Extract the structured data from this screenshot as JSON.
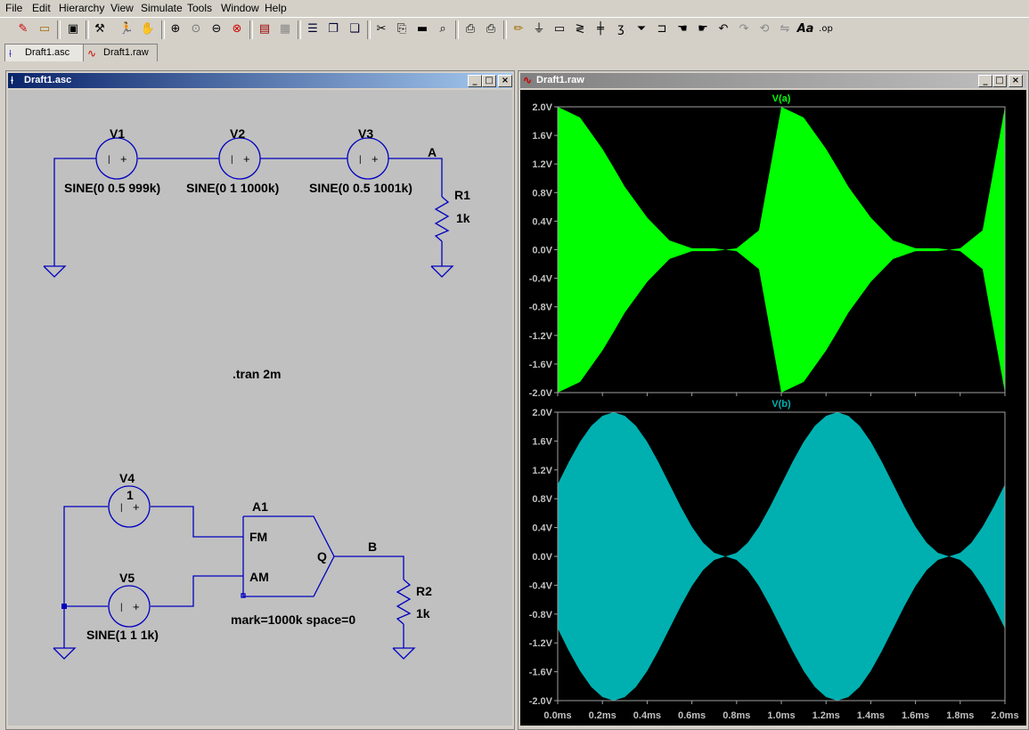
{
  "menu": [
    "File",
    "Edit",
    "Hierarchy",
    "View",
    "Simulate",
    "Tools",
    "Window",
    "Help"
  ],
  "toolbar_icons": [
    "new-schematic-icon",
    "open-icon",
    "save-icon",
    "control-panel-icon",
    "run-icon",
    "halt-icon",
    "zoom-in-icon",
    "zoom-pan-icon",
    "zoom-out-icon",
    "zoom-fit-icon",
    "autorange-icon",
    "grid-icon",
    "tile-horizontal-icon",
    "cascade-icon",
    "tile-vertical-icon",
    "cut-icon",
    "copy-icon",
    "paste-icon",
    "find-icon",
    "print-setup-icon",
    "print-icon",
    "draw-wire-icon",
    "ground-icon",
    "label-net-icon",
    "resistor-icon",
    "capacitor-icon",
    "inductor-icon",
    "diode-icon",
    "component-icon",
    "move-icon",
    "drag-icon",
    "undo-icon",
    "redo-icon",
    "rotate-icon",
    "mirror-icon",
    "text-icon",
    "spice-directive-icon"
  ],
  "tabs": [
    {
      "label": "Draft1.asc",
      "icon": "schematic-icon"
    },
    {
      "label": "Draft1.raw",
      "icon": "waveform-icon"
    }
  ],
  "schematic": {
    "title": "Draft1.asc",
    "title_color": "#0a246a",
    "wire_color": "#0000c0",
    "components": [
      {
        "ref": "V1",
        "value": "SINE(0 0.5 999k)"
      },
      {
        "ref": "V2",
        "value": "SINE(0 1 1000k)"
      },
      {
        "ref": "V3",
        "value": "SINE(0 0.5 1001k)"
      },
      {
        "ref": "R1",
        "value": "1k"
      },
      {
        "ref": "V4",
        "value": "1"
      },
      {
        "ref": "V5",
        "value": "SINE(1 1 1k)"
      },
      {
        "ref": "A1",
        "value": "mark=1000k space=0"
      },
      {
        "ref": "R2",
        "value": "1k"
      }
    ],
    "net_labels": [
      "A",
      "B"
    ],
    "modulator_pins": [
      "FM",
      "AM",
      "Q"
    ],
    "directive": ".tran 2m"
  },
  "waveform": {
    "title": "Draft1.raw",
    "background": "#000000",
    "x_ticks": [
      "0.0ms",
      "0.2ms",
      "0.4ms",
      "0.6ms",
      "0.8ms",
      "1.0ms",
      "1.2ms",
      "1.4ms",
      "1.6ms",
      "1.8ms",
      "2.0ms"
    ],
    "y_ticks": [
      "2.0V",
      "1.6V",
      "1.2V",
      "0.8V",
      "0.4V",
      "0.0V",
      "-0.4V",
      "-0.8V",
      "-1.2V",
      "-1.6V",
      "-2.0V"
    ]
  },
  "chart_data": [
    {
      "type": "area",
      "title": "V(a)",
      "series": [
        {
          "name": "V(a)",
          "color": "#00ff00"
        }
      ],
      "x": [
        0,
        0.1,
        0.2,
        0.25,
        0.3,
        0.4,
        0.5,
        0.6,
        0.7,
        0.75,
        0.8,
        0.9,
        1.0,
        1.1,
        1.2,
        1.25,
        1.3,
        1.4,
        1.5,
        1.6,
        1.7,
        1.75,
        1.8,
        1.9,
        2.0
      ],
      "envelope_upper": [
        2.0,
        1.85,
        1.41,
        1.15,
        0.88,
        0.45,
        0.13,
        0.02,
        0.02,
        0.0,
        0.02,
        0.27,
        2.0,
        1.85,
        1.41,
        1.15,
        0.88,
        0.45,
        0.13,
        0.02,
        0.02,
        0.0,
        0.02,
        0.27,
        2.0
      ],
      "envelope_lower": [
        -2.0,
        -1.85,
        -1.41,
        -1.15,
        -0.88,
        -0.45,
        -0.13,
        -0.02,
        -0.02,
        0.0,
        -0.02,
        -0.27,
        -2.0,
        -1.85,
        -1.41,
        -1.15,
        -0.88,
        -0.45,
        -0.13,
        -0.02,
        -0.02,
        0.0,
        -0.02,
        -0.27,
        -2.0
      ],
      "xlabel": "",
      "ylabel": "",
      "xlim": [
        0,
        2.0
      ],
      "ylim": [
        -2.0,
        2.0
      ],
      "x_unit": "ms",
      "y_unit": "V"
    },
    {
      "type": "area",
      "title": "V(b)",
      "series": [
        {
          "name": "V(b)",
          "color": "#00b0b0"
        }
      ],
      "x": [
        0,
        0.05,
        0.1,
        0.15,
        0.2,
        0.25,
        0.3,
        0.35,
        0.4,
        0.45,
        0.5,
        0.55,
        0.6,
        0.65,
        0.7,
        0.75,
        0.8,
        0.85,
        0.9,
        0.95,
        1.0,
        1.05,
        1.1,
        1.15,
        1.2,
        1.25,
        1.3,
        1.35,
        1.4,
        1.45,
        1.5,
        1.55,
        1.6,
        1.65,
        1.7,
        1.75,
        1.8,
        1.85,
        1.9,
        1.95,
        2.0
      ],
      "envelope_upper": [
        1.0,
        1.31,
        1.59,
        1.81,
        1.95,
        2.0,
        1.95,
        1.81,
        1.59,
        1.31,
        1.0,
        0.69,
        0.41,
        0.19,
        0.05,
        0.0,
        0.05,
        0.19,
        0.41,
        0.69,
        1.0,
        1.31,
        1.59,
        1.81,
        1.95,
        2.0,
        1.95,
        1.81,
        1.59,
        1.31,
        1.0,
        0.69,
        0.41,
        0.19,
        0.05,
        0.0,
        0.05,
        0.19,
        0.41,
        0.69,
        1.0
      ],
      "envelope_lower": [
        -1.0,
        -1.31,
        -1.59,
        -1.81,
        -1.95,
        -2.0,
        -1.95,
        -1.81,
        -1.59,
        -1.31,
        -1.0,
        -0.69,
        -0.41,
        -0.19,
        -0.05,
        0.0,
        -0.05,
        -0.19,
        -0.41,
        -0.69,
        -1.0,
        -1.31,
        -1.59,
        -1.81,
        -1.95,
        -2.0,
        -1.95,
        -1.81,
        -1.59,
        -1.31,
        -1.0,
        -0.69,
        -0.41,
        -0.19,
        -0.05,
        0.0,
        -0.05,
        -0.19,
        -0.41,
        -0.69,
        -1.0
      ],
      "xlabel": "",
      "ylabel": "",
      "xlim": [
        0,
        2.0
      ],
      "ylim": [
        -2.0,
        2.0
      ],
      "x_unit": "ms",
      "y_unit": "V"
    }
  ]
}
